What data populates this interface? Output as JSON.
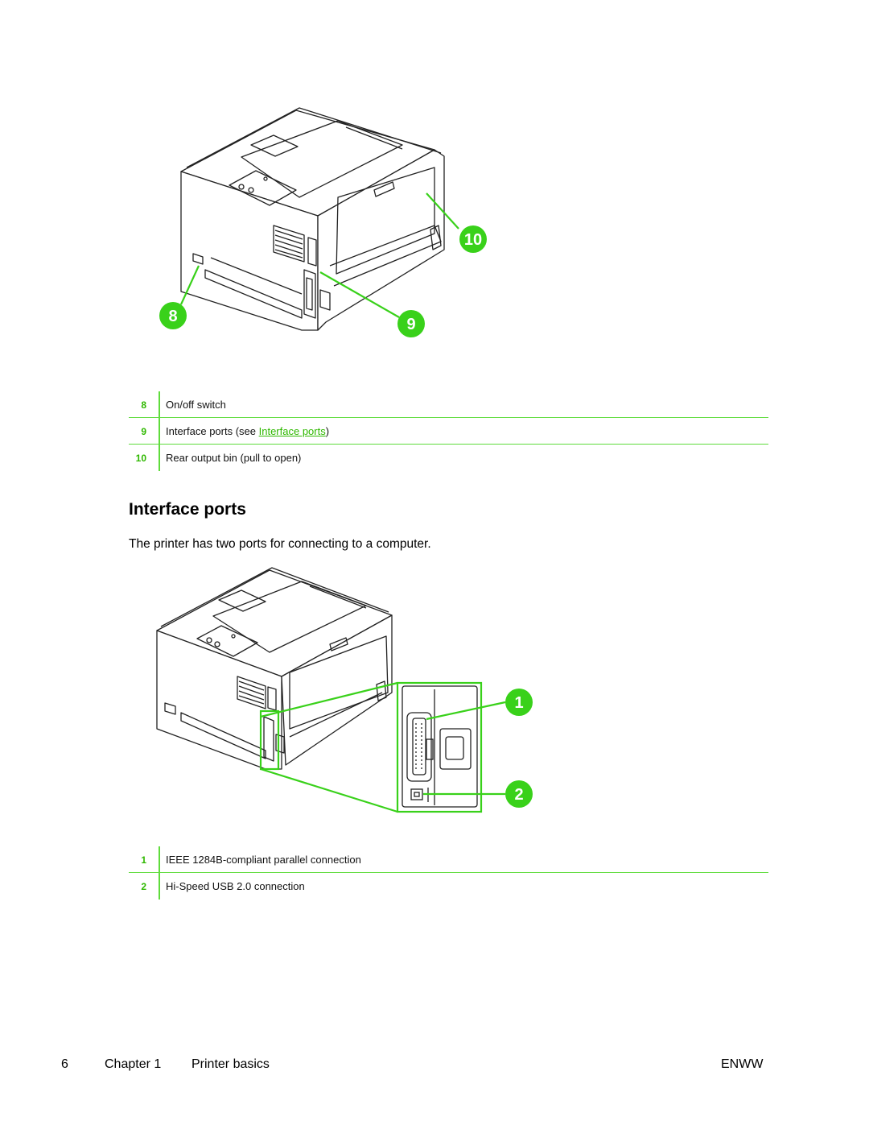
{
  "figure1": {
    "callouts": [
      "8",
      "9",
      "10"
    ]
  },
  "legend1": [
    {
      "num": "8",
      "text": "On/off switch"
    },
    {
      "num": "9",
      "text_before": "Interface ports (see ",
      "link": "Interface ports",
      "text_after": ")"
    },
    {
      "num": "10",
      "text": "Rear output bin (pull to open)"
    }
  ],
  "section": {
    "heading": "Interface ports",
    "intro": "The printer has two ports for connecting to a computer."
  },
  "figure2": {
    "callouts": [
      "1",
      "2"
    ]
  },
  "legend2": [
    {
      "num": "1",
      "text": "IEEE 1284B-compliant parallel connection"
    },
    {
      "num": "2",
      "text": "Hi-Speed USB 2.0 connection"
    }
  ],
  "footer": {
    "page_number": "6",
    "chapter": "Chapter 1",
    "chapter_title": "Printer basics",
    "doc_code": "ENWW"
  },
  "colors": {
    "accent": "#2fb800",
    "callout": "#39d11a"
  }
}
